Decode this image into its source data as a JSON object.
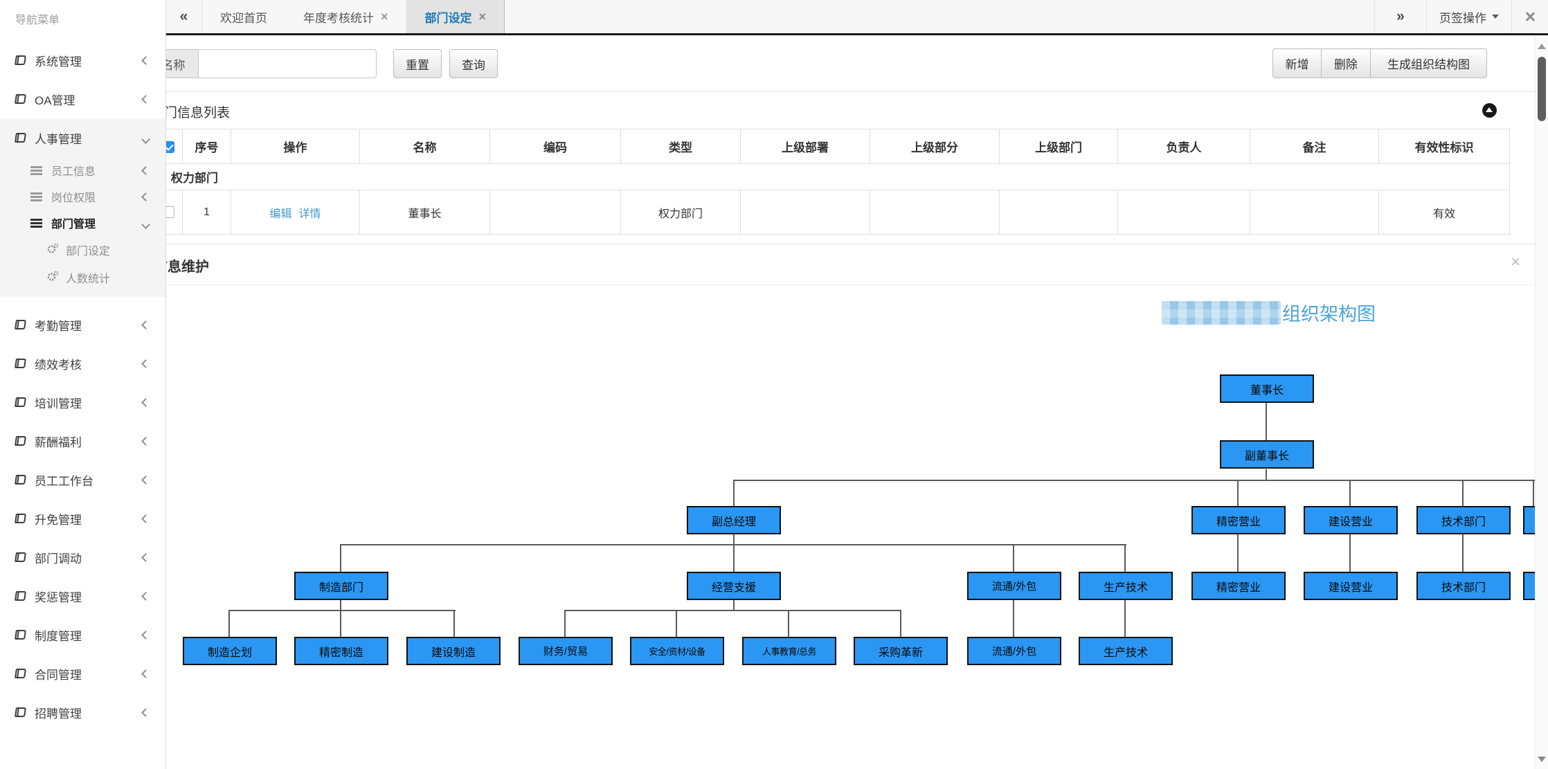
{
  "sidebar": {
    "header": "导航菜单",
    "items": [
      {
        "label": "系统管理",
        "expanded": false
      },
      {
        "label": "OA管理",
        "expanded": false
      },
      {
        "label": "人事管理",
        "expanded": true,
        "children": [
          {
            "label": "员工信息",
            "expanded": false
          },
          {
            "label": "岗位权限",
            "expanded": false
          },
          {
            "label": "部门管理",
            "expanded": true,
            "children": [
              {
                "label": "部门设定"
              },
              {
                "label": "人数统计"
              }
            ]
          }
        ]
      },
      {
        "label": "考勤管理",
        "expanded": false
      },
      {
        "label": "绩效考核",
        "expanded": false
      },
      {
        "label": "培训管理",
        "expanded": false
      },
      {
        "label": "薪酬福利",
        "expanded": false
      },
      {
        "label": "员工工作台",
        "expanded": false
      },
      {
        "label": "升免管理",
        "expanded": false
      },
      {
        "label": "部门调动",
        "expanded": false
      },
      {
        "label": "奖惩管理",
        "expanded": false
      },
      {
        "label": "制度管理",
        "expanded": false
      },
      {
        "label": "合同管理",
        "expanded": false
      },
      {
        "label": "招聘管理",
        "expanded": false
      }
    ]
  },
  "tabbar": {
    "tabs": [
      {
        "label": "欢迎首页",
        "closable": false,
        "active": false
      },
      {
        "label": "年度考核统计",
        "closable": true,
        "active": false
      },
      {
        "label": "部门设定",
        "closable": true,
        "active": true
      }
    ],
    "ops_label": "页签操作"
  },
  "toolbar": {
    "name_label": "名称",
    "name_value": "",
    "reset_label": "重置",
    "search_label": "查询",
    "add_label": "新增",
    "delete_label": "删除",
    "generate_label": "生成组织结构图"
  },
  "grid": {
    "title": "部门信息列表",
    "columns": [
      "序号",
      "操作",
      "名称",
      "编码",
      "类型",
      "上级部署",
      "上级部分",
      "上级部门",
      "负责人",
      "备注",
      "有效性标识"
    ],
    "group_row_label": "权力部门",
    "row": {
      "seq": "1",
      "action_edit": "编辑",
      "action_detail": "详情",
      "name": "董事长",
      "code": "",
      "type": "权力部门",
      "sup_dept1": "",
      "sup_dept2": "",
      "sup_dept3": "",
      "owner": "",
      "remark": "",
      "valid": "有效"
    }
  },
  "maintain": {
    "title": "部门信息维护"
  },
  "org_chart": {
    "title_visible": "组织架构图",
    "nodes": [
      "董事长",
      "副董事长",
      "副总经理",
      "精密营业",
      "建设营业",
      "技术部门",
      "",
      "制造部门",
      "经营支援",
      "流通/外包",
      "生产技术",
      "精密营业",
      "建设营业",
      "技术部门",
      "",
      "制造企划",
      "精密制造",
      "建设制造",
      "财务/贸易",
      "安全/资材/设备",
      "人事教育/总务",
      "采购革新",
      "流通/外包",
      "生产技术"
    ],
    "edges": [
      [
        0,
        1
      ],
      [
        1,
        2
      ],
      [
        1,
        3
      ],
      [
        1,
        4
      ],
      [
        1,
        5
      ],
      [
        2,
        7
      ],
      [
        2,
        8
      ],
      [
        2,
        9
      ],
      [
        2,
        10
      ],
      [
        3,
        11
      ],
      [
        4,
        12
      ],
      [
        5,
        13
      ],
      [
        7,
        15
      ],
      [
        7,
        16
      ],
      [
        7,
        17
      ],
      [
        8,
        18
      ],
      [
        8,
        19
      ],
      [
        8,
        20
      ],
      [
        8,
        21
      ],
      [
        9,
        22
      ],
      [
        10,
        23
      ]
    ]
  }
}
